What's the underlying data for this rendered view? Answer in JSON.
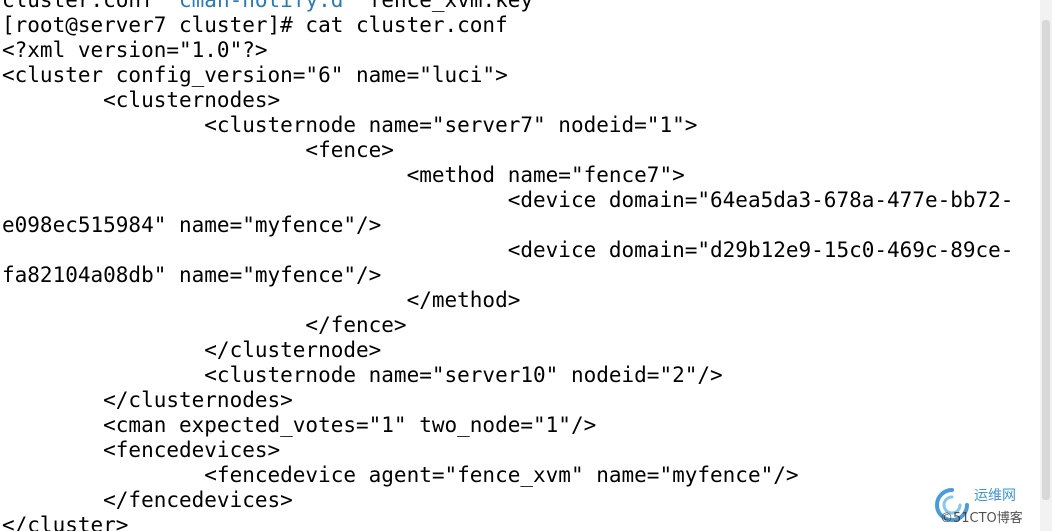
{
  "terminal": {
    "top_partial": {
      "text_a": "cluster.conf  ",
      "text_b": "cman-notify.d",
      "text_c": "  fence_xvm.key"
    },
    "lines": [
      "[root@server7 cluster]# cat cluster.conf",
      "<?xml version=\"1.0\"?>",
      "<cluster config_version=\"6\" name=\"luci\">",
      "        <clusternodes>",
      "                <clusternode name=\"server7\" nodeid=\"1\">",
      "                        <fence>",
      "                                <method name=\"fence7\">",
      "                                        <device domain=\"64ea5da3-678a-477e-bb72-",
      "e098ec515984\" name=\"myfence\"/>",
      "                                        <device domain=\"d29b12e9-15c0-469c-89ce-",
      "fa82104a08db\" name=\"myfence\"/>",
      "                                </method>",
      "                        </fence>",
      "                </clusternode>",
      "                <clusternode name=\"server10\" nodeid=\"2\"/>",
      "        </clusternodes>",
      "        <cman expected_votes=\"1\" two_node=\"1\"/>",
      "        <fencedevices>",
      "                <fencedevice agent=\"fence_xvm\" name=\"myfence\"/>",
      "        </fencedevices>",
      "</cluster>"
    ]
  },
  "watermark": {
    "top": "运维网",
    "bottom": "©51CTO博客"
  }
}
